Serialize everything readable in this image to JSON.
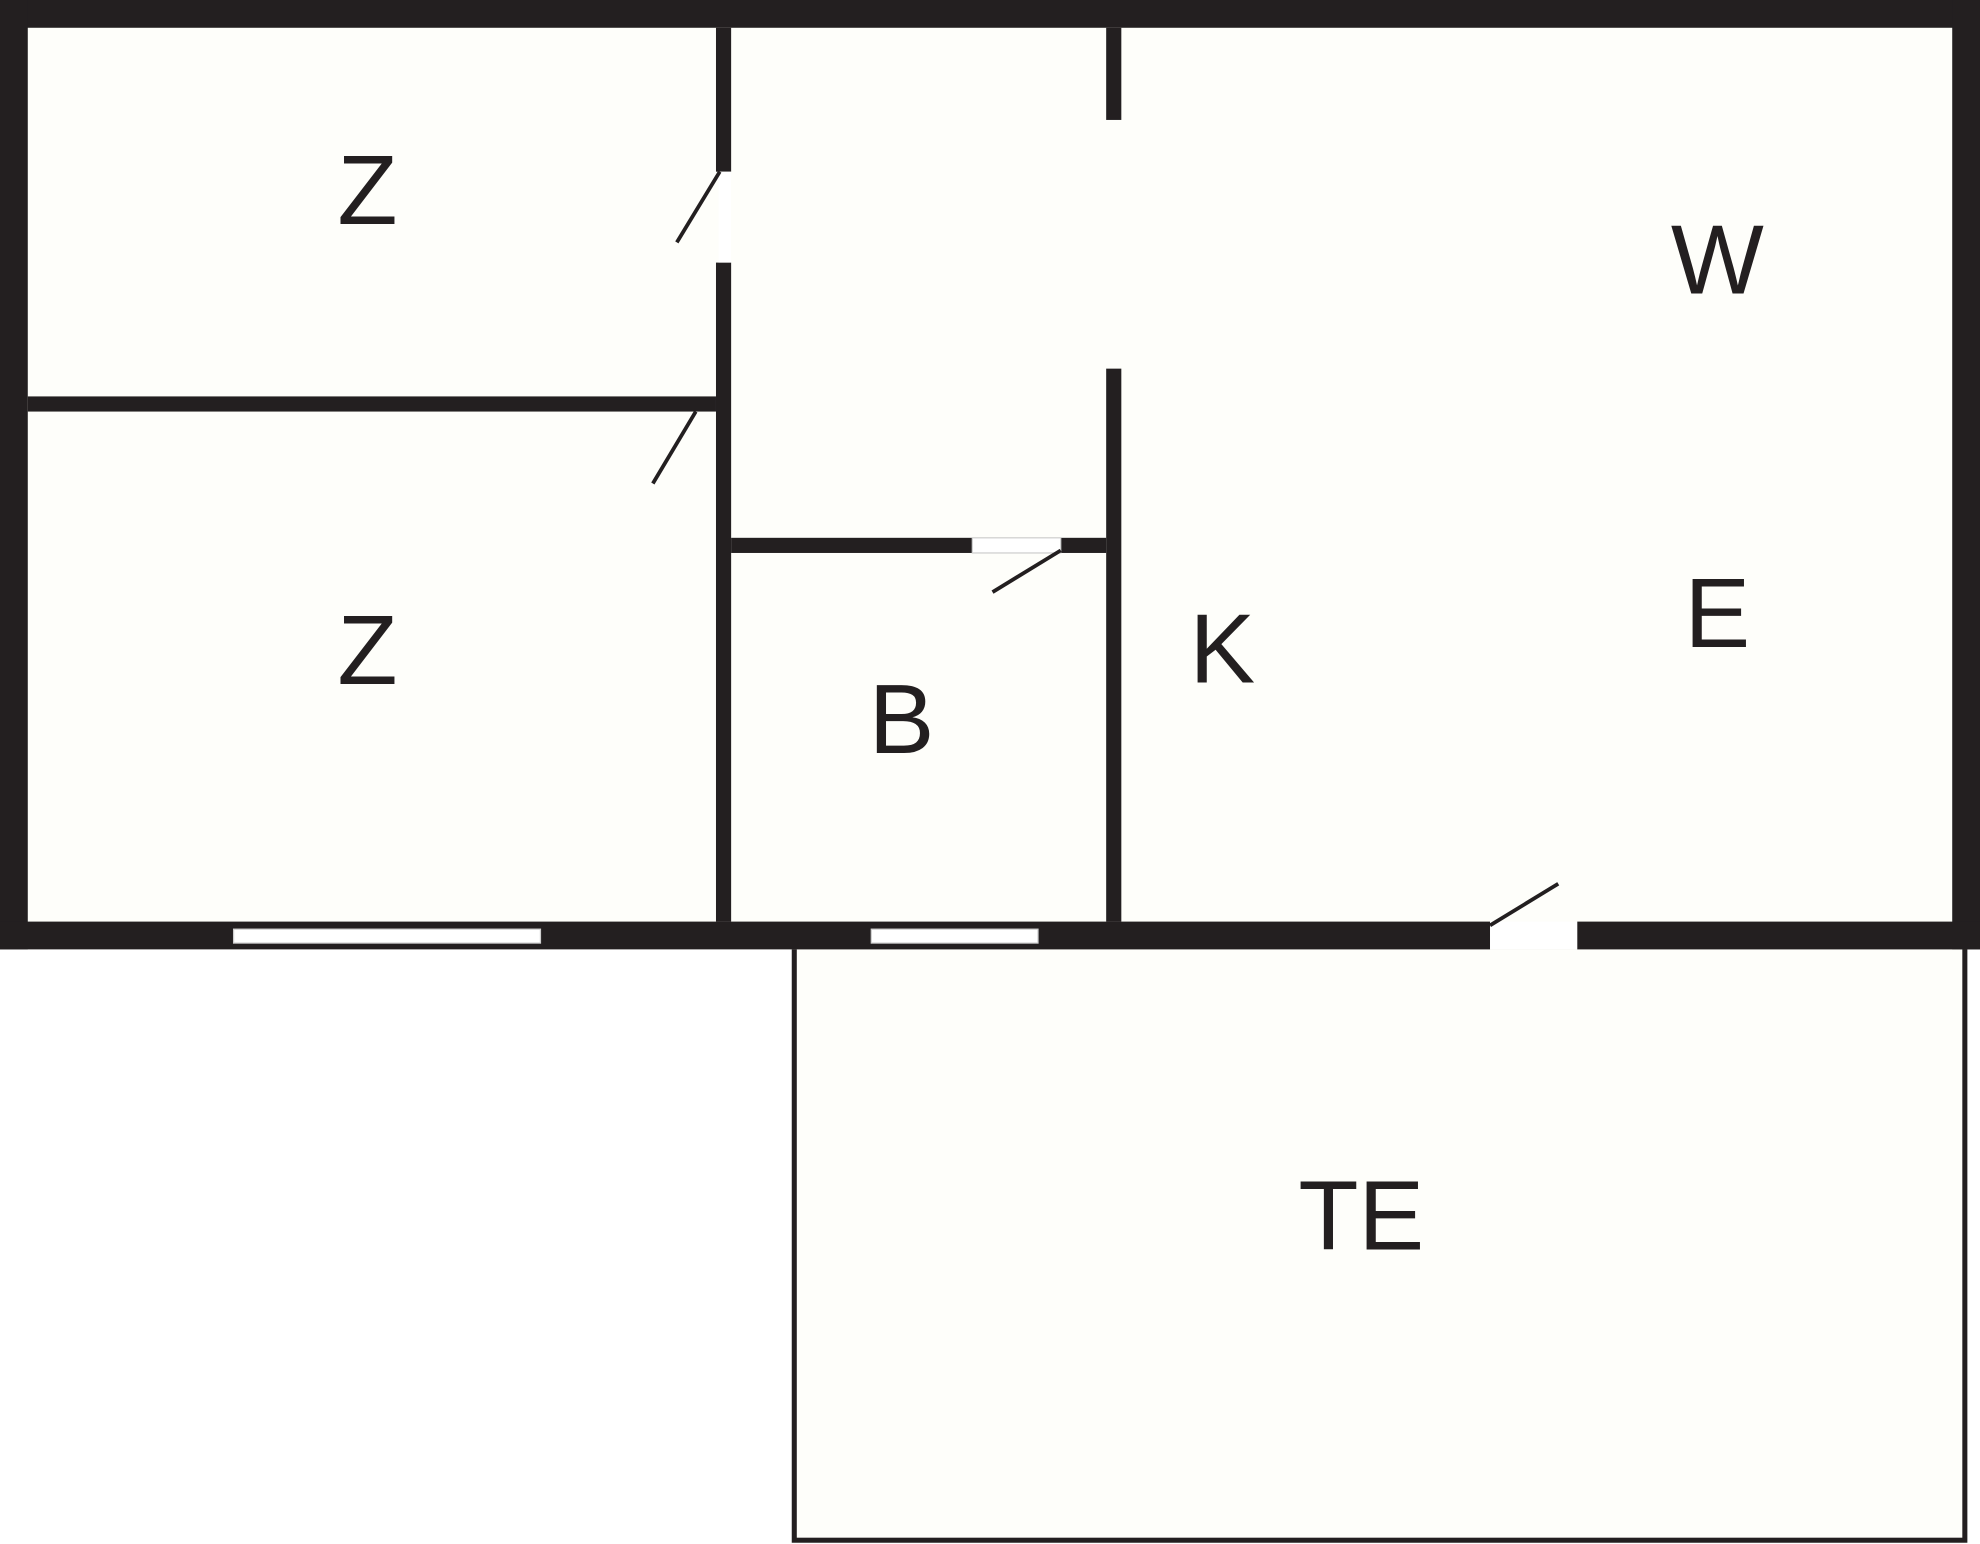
{
  "plan": {
    "colors": {
      "wall": "#231f20",
      "floor": "#fefefa",
      "background": "#ffffff"
    },
    "rooms": [
      {
        "id": "bedroom-top",
        "label": "Z"
      },
      {
        "id": "bedroom-bottom",
        "label": "Z"
      },
      {
        "id": "living-w",
        "label": "W"
      },
      {
        "id": "living-e",
        "label": "E"
      },
      {
        "id": "kitchen",
        "label": "K"
      },
      {
        "id": "bathroom",
        "label": "B"
      },
      {
        "id": "terrace",
        "label": "TE"
      }
    ]
  }
}
